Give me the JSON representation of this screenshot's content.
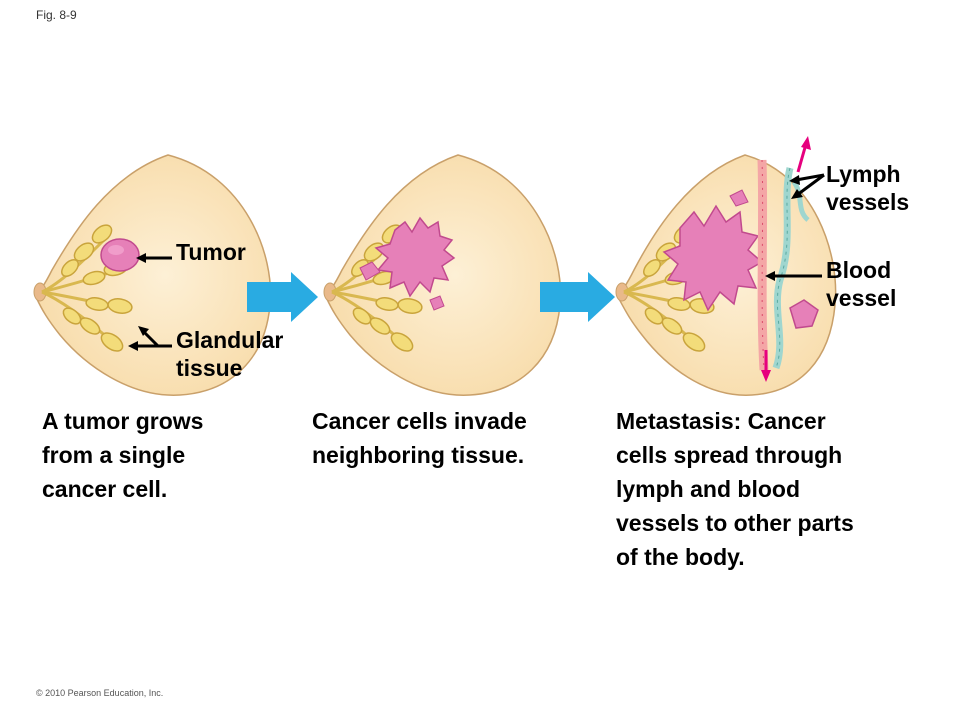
{
  "figure": {
    "label": "Fig. 8-9",
    "copyright": "© 2010 Pearson Education, Inc."
  },
  "labels": {
    "tumor": "Tumor",
    "glandular_line1": "Glandular",
    "glandular_line2": "tissue",
    "lymph_line1": "Lymph",
    "lymph_line2": "vessels",
    "blood_line1": "Blood",
    "blood_line2": "vessel"
  },
  "captions": {
    "step1": [
      "A tumor grows",
      "from a single",
      "cancer cell."
    ],
    "step2": [
      "Cancer cells invade",
      "neighboring tissue."
    ],
    "step3": [
      "Metastasis: Cancer",
      "cells spread through",
      "lymph and blood",
      "vessels to other parts",
      "of the body."
    ]
  },
  "colors": {
    "breast_fill": "#fbe3b8",
    "breast_outline": "#c9a06a",
    "gland": "#f3dc7a",
    "tumor": "#e06bb0",
    "flow_arrow": "#29abe2",
    "spread_arrow": "#e6007e",
    "blood_vessel": "#f4a6a6",
    "lymph_vessel": "#9fd6cf"
  }
}
